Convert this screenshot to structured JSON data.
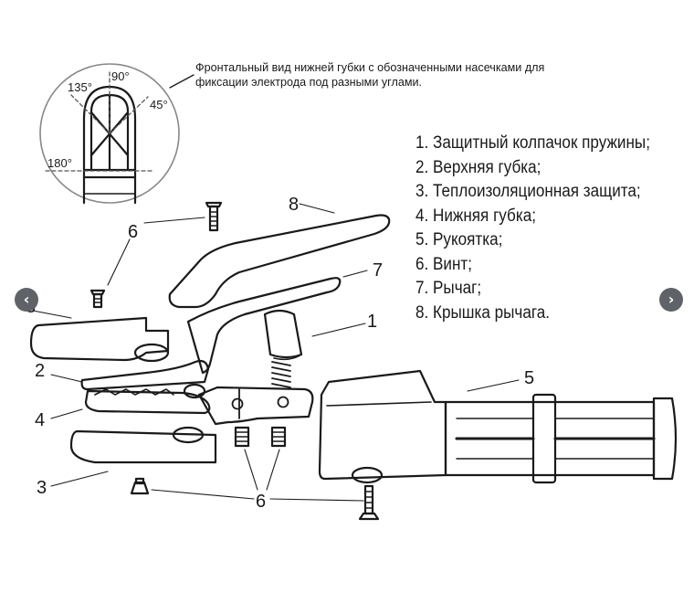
{
  "caption": "Фронтальный вид нижней губки с обозначенными насечками для фиксации электрода под разными углами.",
  "angles": {
    "a90": "90°",
    "a135": "135°",
    "a45": "45°",
    "a180": "180°"
  },
  "legend": [
    "1. Защитный колпачок пружины;",
    "2. Верхняя губка;",
    "3. Теплоизоляционная защита;",
    "4. Нижняя губка;",
    "5. Рукоятка;",
    "6. Винт;",
    "7. Рычаг;",
    "8. Крышка рычага."
  ],
  "callouts": {
    "n1": "1",
    "n2": "2",
    "n3": "3",
    "n4": "4",
    "n5": "5",
    "n6a": "6",
    "n6b": "6",
    "n7": "7",
    "n8": "8",
    "n_edge": "3"
  },
  "nav": {
    "prev": "‹",
    "next": "›"
  },
  "colors": {
    "ink": "#1a1a1a",
    "nav": "#5f6368",
    "dash": "#555555"
  }
}
